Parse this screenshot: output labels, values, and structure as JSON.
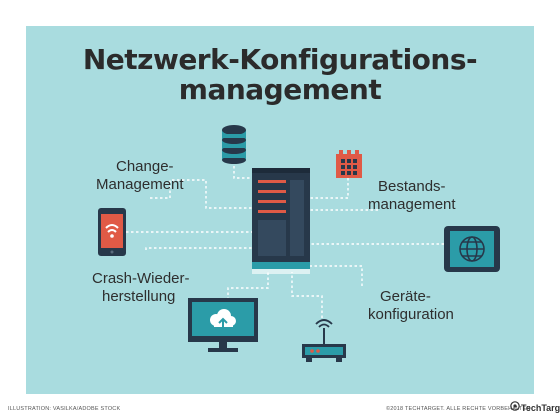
{
  "title_line1": "Netzwerk-Konfigurations-",
  "title_line2": "management",
  "labels": {
    "change_1": "Change-",
    "change_2": "Management",
    "bestand_1": "Bestands-",
    "bestand_2": "management",
    "crash_1": "Crash-Wieder-",
    "crash_2": "herstellung",
    "geraete_1": "Geräte-",
    "geraete_2": "konfiguration"
  },
  "footer_left": "ILLUSTRATION: VASILKA/ADOBE STOCK",
  "footer_right": "©2018 TECHTARGET. ALLE RECHTE VORBEHALTEN",
  "brand": "TechTarget",
  "colors": {
    "background": "#a9dcdf",
    "dark_navy": "#27384a",
    "accent_red": "#e05a46",
    "teal": "#2b9ca8",
    "connector": "#ffffff"
  }
}
